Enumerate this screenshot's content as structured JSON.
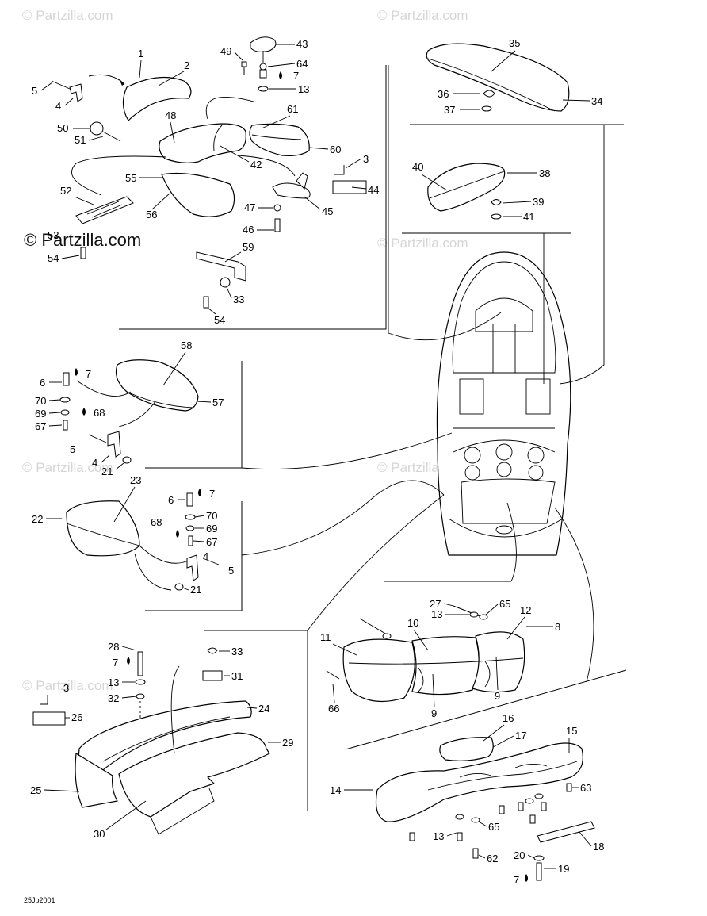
{
  "watermark_faint": "© Partzilla.com",
  "watermark_main": "© Partzilla.com",
  "diagram_code": "25Jb2001",
  "callouts": {
    "c1": "1",
    "c2": "2",
    "c3": "3",
    "c3b": "3",
    "c4": "4",
    "c4b": "4",
    "c4c": "4",
    "c5": "5",
    "c5b": "5",
    "c5c": "5",
    "c6": "6",
    "c6b": "6",
    "c7": "7",
    "c7b": "7",
    "c7c": "7",
    "c7d": "7",
    "c7e": "7",
    "c8": "8",
    "c9": "9",
    "c9b": "9",
    "c10": "10",
    "c11": "11",
    "c12": "12",
    "c13": "13",
    "c13b": "13",
    "c13c": "13",
    "c13d": "13",
    "c14": "14",
    "c15": "15",
    "c16": "16",
    "c17": "17",
    "c18": "18",
    "c19": "19",
    "c20": "20",
    "c21": "21",
    "c21b": "21",
    "c22": "22",
    "c23": "23",
    "c24": "24",
    "c25": "25",
    "c26": "26",
    "c27": "27",
    "c28": "28",
    "c29": "29",
    "c30": "30",
    "c31": "31",
    "c32": "32",
    "c33": "33",
    "c33b": "33",
    "c34": "34",
    "c35": "35",
    "c36": "36",
    "c37": "37",
    "c38": "38",
    "c39": "39",
    "c40": "40",
    "c41": "41",
    "c42": "42",
    "c43": "43",
    "c44": "44",
    "c45": "45",
    "c46": "46",
    "c47": "47",
    "c48": "48",
    "c49": "49",
    "c50": "50",
    "c51": "51",
    "c52": "52",
    "c53": "53",
    "c54": "54",
    "c54b": "54",
    "c55": "55",
    "c56": "56",
    "c57": "57",
    "c58": "58",
    "c59": "59",
    "c60": "60",
    "c61": "61",
    "c62": "62",
    "c63": "63",
    "c64": "64",
    "c65": "65",
    "c65b": "65",
    "c66": "66",
    "c67": "67",
    "c67b": "67",
    "c68": "68",
    "c68b": "68",
    "c69": "69",
    "c69b": "69",
    "c70": "70",
    "c70b": "70"
  }
}
